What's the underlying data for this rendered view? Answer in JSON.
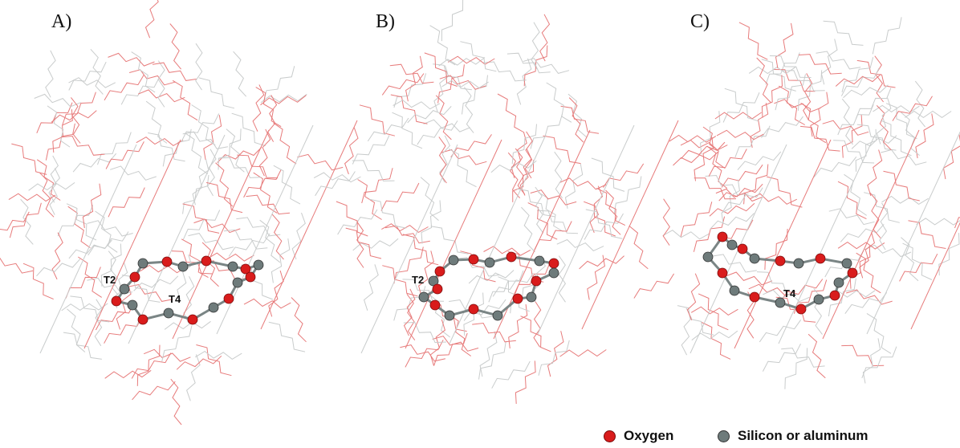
{
  "panels": [
    {
      "label": "A)",
      "sites": [
        "T2",
        "T4"
      ]
    },
    {
      "label": "B)",
      "sites": [
        "T2"
      ]
    },
    {
      "label": "C)",
      "sites": [
        "T4"
      ]
    }
  ],
  "legend": {
    "oxygen": {
      "label": "Oxygen",
      "color": "#d91c1c"
    },
    "tatom": {
      "label": "Silicon or aluminum",
      "color": "#6e7b7b"
    }
  },
  "colors": {
    "framework_o": "#e77b7b",
    "framework_t": "#c9cccc",
    "bond": "#7a8585"
  }
}
